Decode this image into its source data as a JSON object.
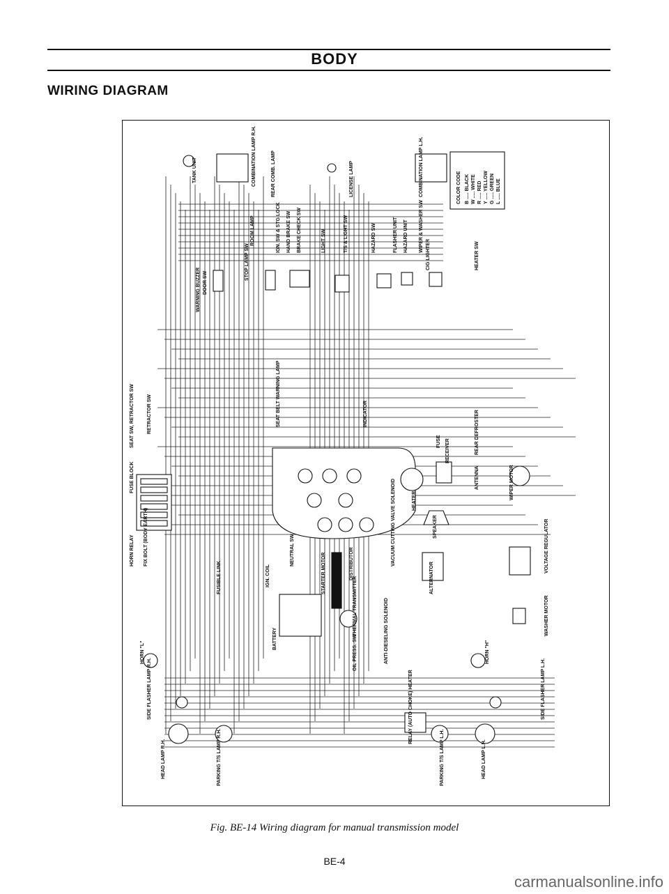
{
  "header": {
    "title": "BODY"
  },
  "section": {
    "title": "WIRING DIAGRAM"
  },
  "caption": "Fig. BE-14  Wiring diagram for manual transmission model",
  "page_number": "BE-4",
  "watermark": "carmanualsonline.info",
  "color_code": {
    "title": "COLOR CODE",
    "entries": [
      "B ..... BLACK",
      "W ..... WHITE",
      "R ..... RED",
      "Y ..... YELLOW",
      "G ..... GREEN",
      "L ..... BLUE"
    ]
  },
  "component_labels": [
    "TANK UNIT",
    "COMBINATION LAMP R.H.",
    "REAR COMB. LAMP",
    "LICENSE LAMP",
    "COMBINATION LAMP L.H.",
    "ROOM LAMP",
    "DOOR SW",
    "WARNING BUZZER",
    "STOP LAMP SW",
    "IGN. SW & STG LOCK",
    "HAND BRAKE SW",
    "BRAKE CHECK SW",
    "LIGHT SW",
    "T/S & LIGHT SW",
    "HAZARD SW",
    "FLASHER UNIT",
    "HAZARD UNIT",
    "WIPER & WASHER SW",
    "CIG LIGHTER",
    "HEATER SW",
    "SEAT SW, RETRACTOR SW",
    "RETRACTOR SW",
    "FUSE BLOCK",
    "SEAT BELT WARNING LAMP",
    "INDICATOR",
    "HEATER",
    "FUSE",
    "RECEIVER",
    "SPEAKER",
    "ANTENNA",
    "REAR DEFROSTER",
    "WIPER MOTOR",
    "HORN RELAY",
    "FIX BOLT (BODY EARTH)",
    "BATTERY",
    "STARTER MOTOR",
    "FUSIBLE LINK",
    "DISTRIBUTOR",
    "IGN. COIL",
    "NEUTRAL SW",
    "THERMAL TRANSMITTER",
    "OIL PRESS. SW",
    "ANTI-DIESELING SOLENOID",
    "VACUUM CUTTING VALVE SOLENOID",
    "ALTERNATOR",
    "VOLTAGE REGULATOR",
    "WASHER MOTOR",
    "HORN \"L\"",
    "HORN \"H\"",
    "SIDE FLASHER LAMP R.H.",
    "SIDE FLASHER LAMP L.H.",
    "HEAD LAMP R.H.",
    "HEAD LAMP L.H.",
    "PARKING T/S LAMP R.H.",
    "PARKING T/S LAMP L.H.",
    "RELAY (AUTO CHOKE) HEATER"
  ]
}
